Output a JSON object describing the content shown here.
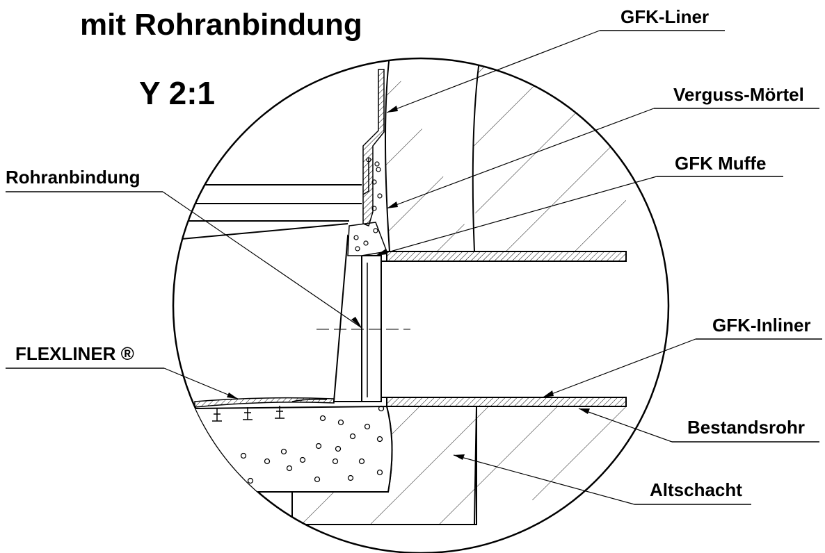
{
  "title": {
    "line1": "mit Rohranbindung"
  },
  "scale": "Y 2:1",
  "callouts": {
    "gfk_liner": "GFK-Liner",
    "verguss_moertel": "Verguss-Mörtel",
    "gfk_muffe": "GFK Muffe",
    "rohranbindung": "Rohranbindung",
    "gfk_inliner": "GFK-Inliner",
    "flexliner": "FLEXLINER ®",
    "bestandsrohr": "Bestandsrohr",
    "altschacht": "Altschacht"
  },
  "colors": {
    "ink": "#000000",
    "background": "#ffffff"
  }
}
